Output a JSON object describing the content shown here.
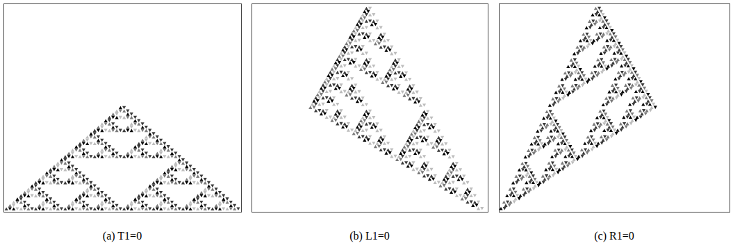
{
  "diagram": {
    "labels": [
      "(a) T1=0",
      "(b) L1=0",
      "(c) R1=0"
    ]
  }
}
